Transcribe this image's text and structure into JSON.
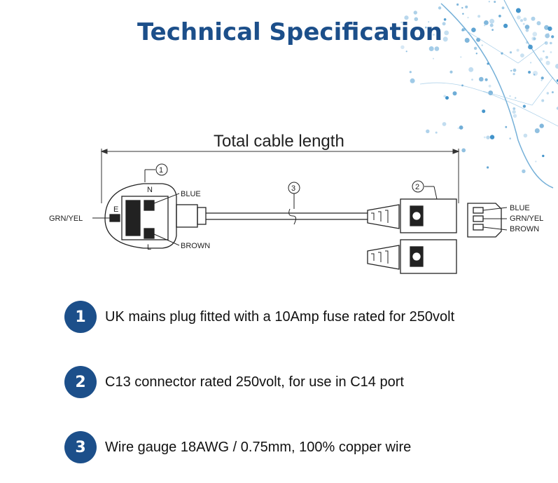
{
  "title": "Technical Specification",
  "diagram": {
    "total_length_label": "Total cable length",
    "callouts": [
      "1",
      "2",
      "3"
    ],
    "plug_labels": {
      "blue": "BLUE",
      "grn_yel": "GRN/YEL",
      "brown": "BROWN"
    },
    "plug_pin_letters": {
      "n": "N",
      "e": "E",
      "l": "L"
    },
    "connector_labels": {
      "blue": "BLUE",
      "grn_yel": "GRN/YEL",
      "brown": "BROWN"
    }
  },
  "specs": [
    {
      "number": "1",
      "text": "UK mains plug fitted with a 10Amp fuse rated for 250volt"
    },
    {
      "number": "2",
      "text": "C13 connector rated 250volt, for use in C14 port"
    },
    {
      "number": "3",
      "text": "Wire gauge 18AWG / 0.75mm, 100% copper wire"
    }
  ],
  "colors": {
    "accent": "#1c4f8a",
    "globe": "#3a8fc8"
  }
}
